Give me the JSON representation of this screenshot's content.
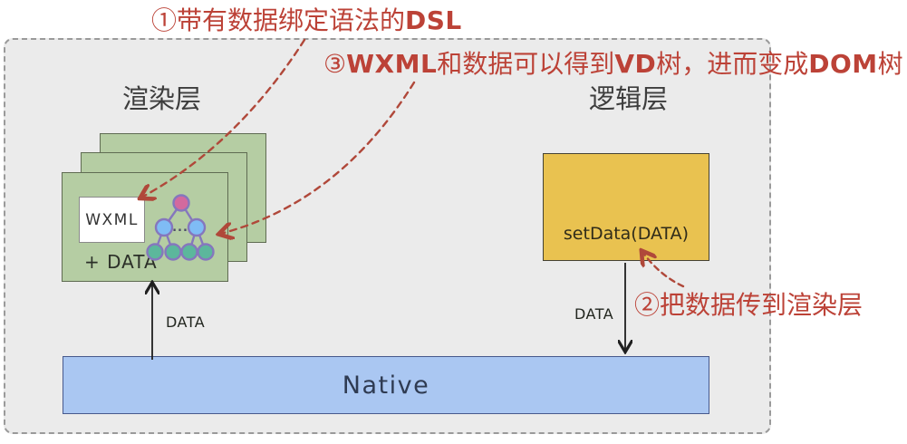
{
  "annotations": {
    "step1": {
      "prefix": "①带有数据绑定语法的",
      "bold": "DSL"
    },
    "step3": {
      "p1": "③",
      "b1": "WXML",
      "p2": "和数据可以得到",
      "b2": "VD",
      "p3": "树，进而变成",
      "b3": "DOM",
      "p4": "树"
    },
    "step2": {
      "text": "②把数据传到渲染层"
    }
  },
  "layers": {
    "render_label": "渲染层",
    "logic_label": "逻辑层"
  },
  "render_stack": {
    "wxml_label": "WXML",
    "data_label": "+ DATA",
    "tree_ellipsis": "..."
  },
  "logic_box": {
    "label": "setData(DATA)"
  },
  "native_bar": {
    "label": "Native"
  },
  "data_flow": {
    "left_label": "DATA",
    "right_label": "DATA"
  },
  "colors": {
    "annotation_red": "#bc4237",
    "dashed_arrow_red": "#b0483a",
    "card_green": "#b5cda3",
    "card_border_green": "#5f6b52",
    "logic_orange": "#e9c250",
    "native_blue": "#aac7f2",
    "native_border_blue": "#47598c",
    "panel_gray": "#ebebeb",
    "tree_stroke_purple": "#8577bd",
    "tree_root_pink": "#d36a9e",
    "tree_mid_blue": "#7fbcf5",
    "tree_leaf_teal": "#5cb79c"
  }
}
